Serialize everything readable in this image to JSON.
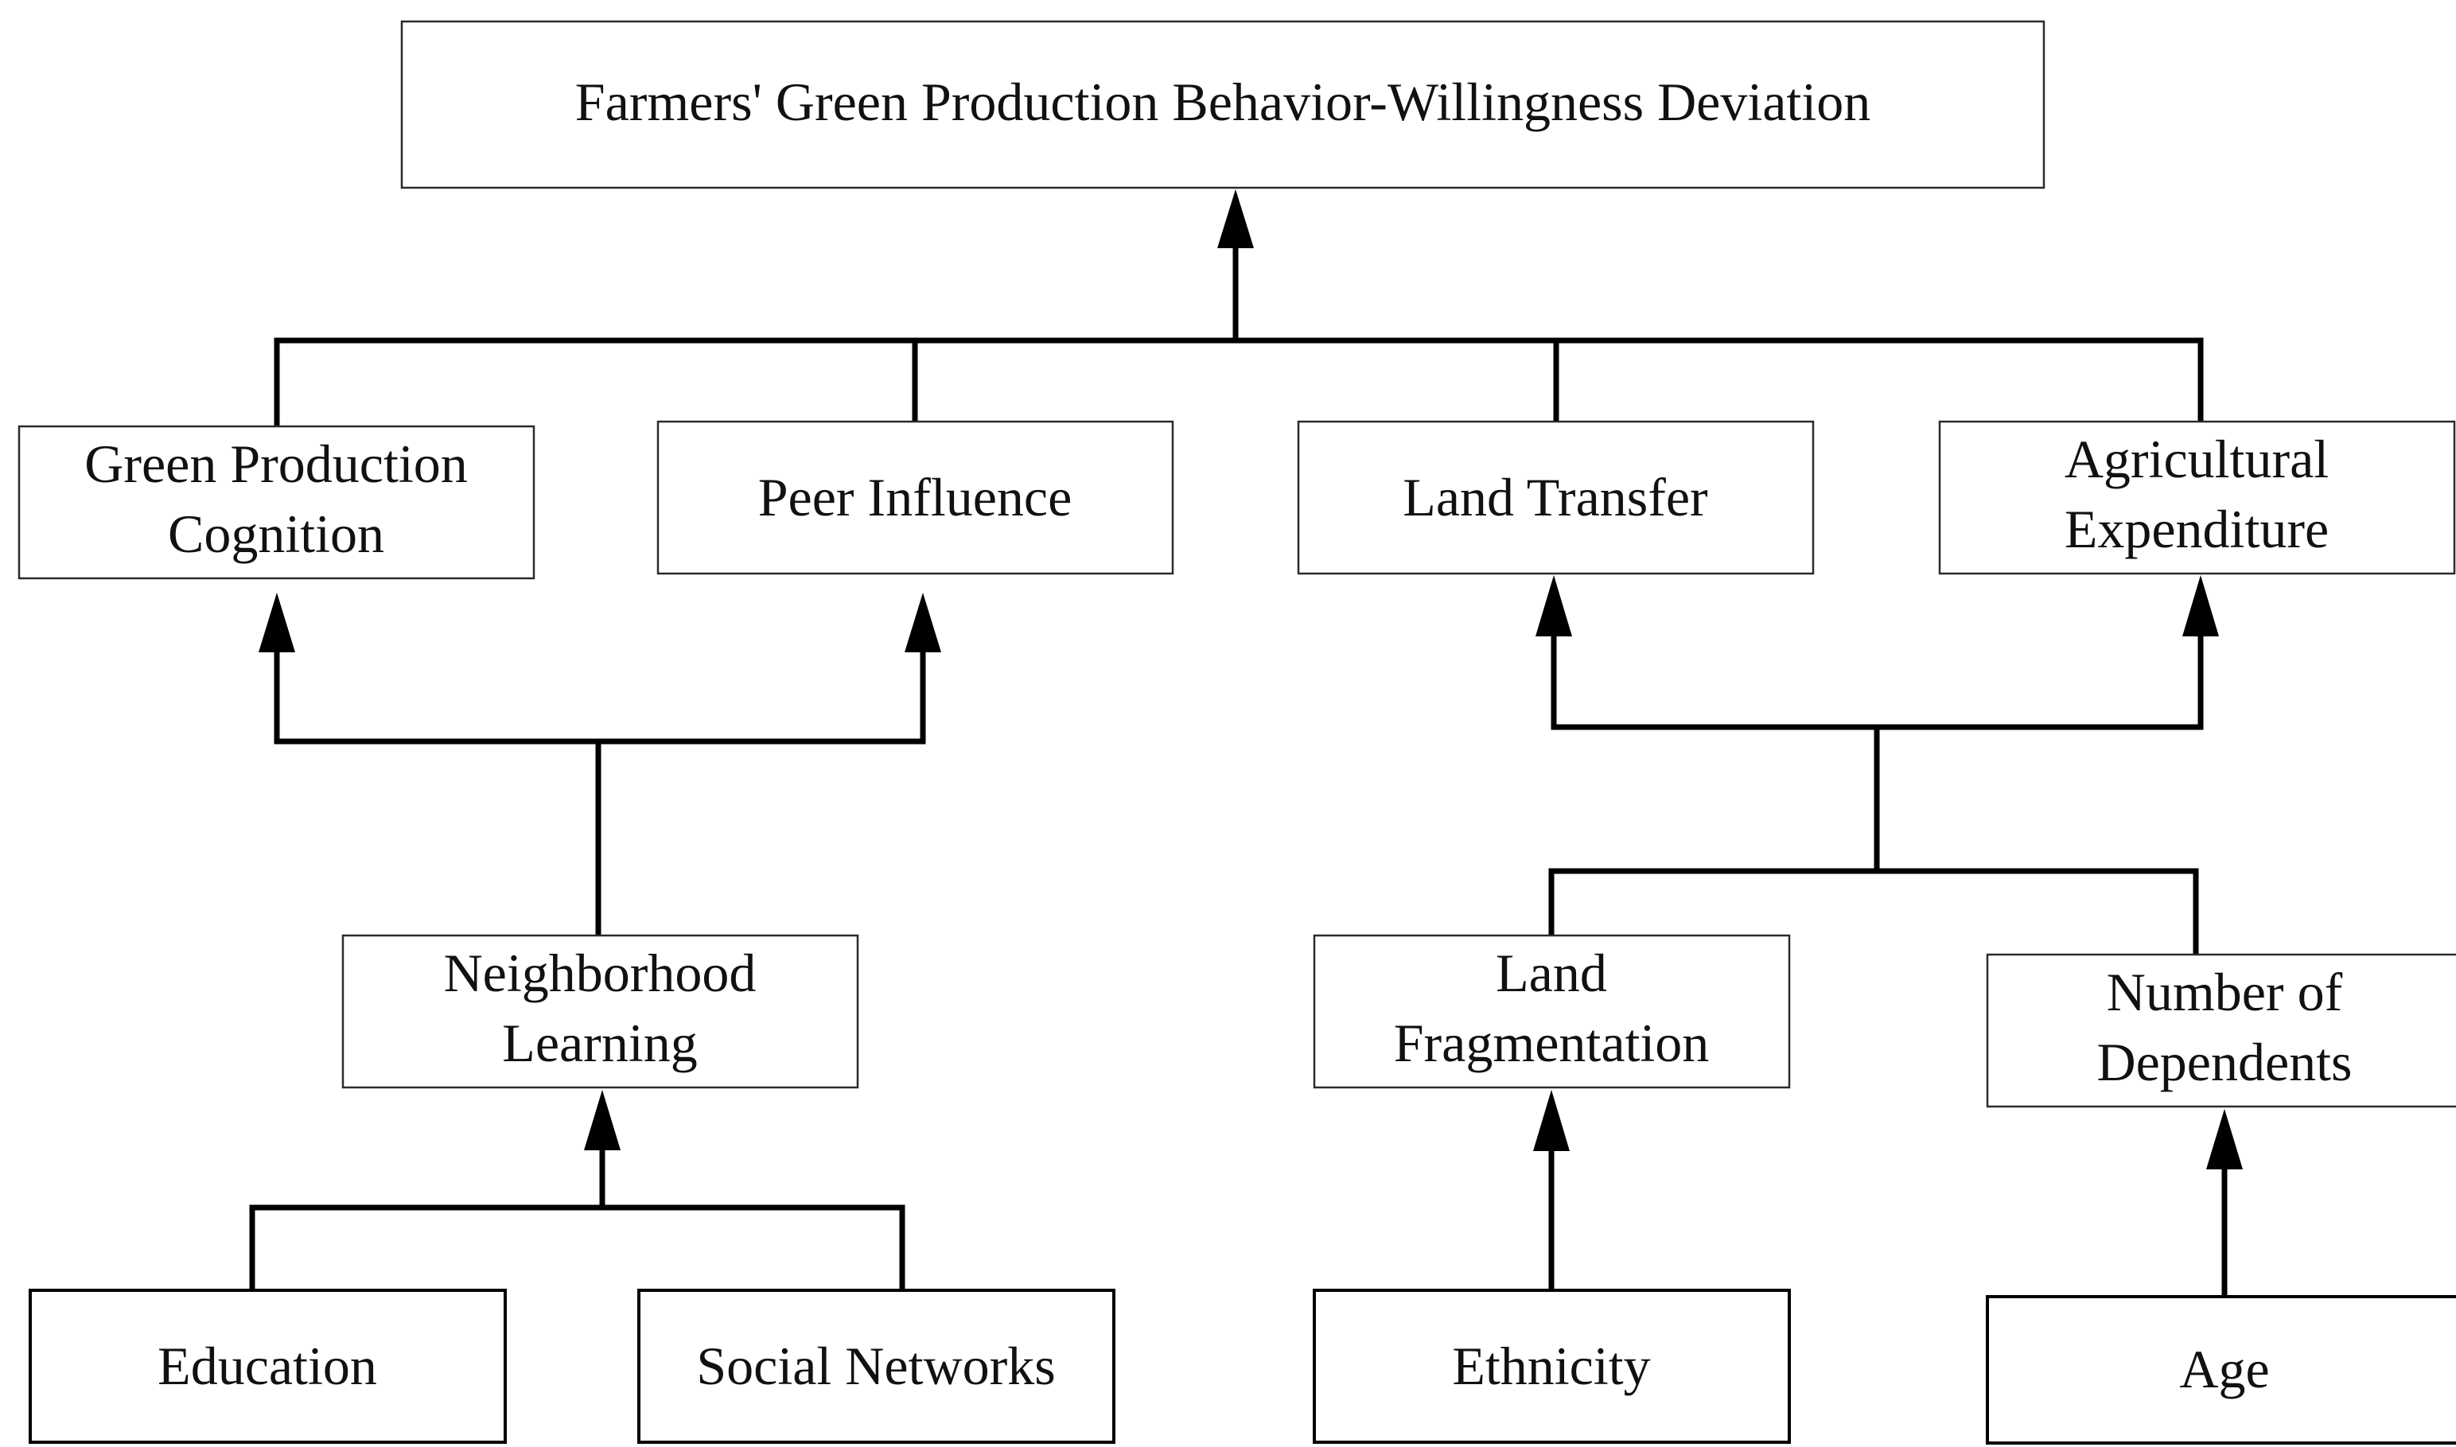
{
  "nodes": {
    "top": "Farmers' Green Production Behavior-Willingness Deviation",
    "green_production_cognition": [
      "Green Production",
      "Cognition"
    ],
    "peer_influence": "Peer Influence",
    "land_transfer": "Land Transfer",
    "agricultural_expenditure": [
      "Agricultural",
      "Expenditure"
    ],
    "neighborhood_learning": [
      "Neighborhood",
      "Learning"
    ],
    "land_fragmentation": [
      "Land",
      "Fragmentation"
    ],
    "number_of_dependents": [
      "Number of",
      "Dependents"
    ],
    "education": "Education",
    "social_networks": "Social Networks",
    "ethnicity": "Ethnicity",
    "age": "Age"
  },
  "colors": {
    "line": "#000000",
    "box_border": "#2b2b2b",
    "text": "#111111",
    "background": "#ffffff"
  }
}
